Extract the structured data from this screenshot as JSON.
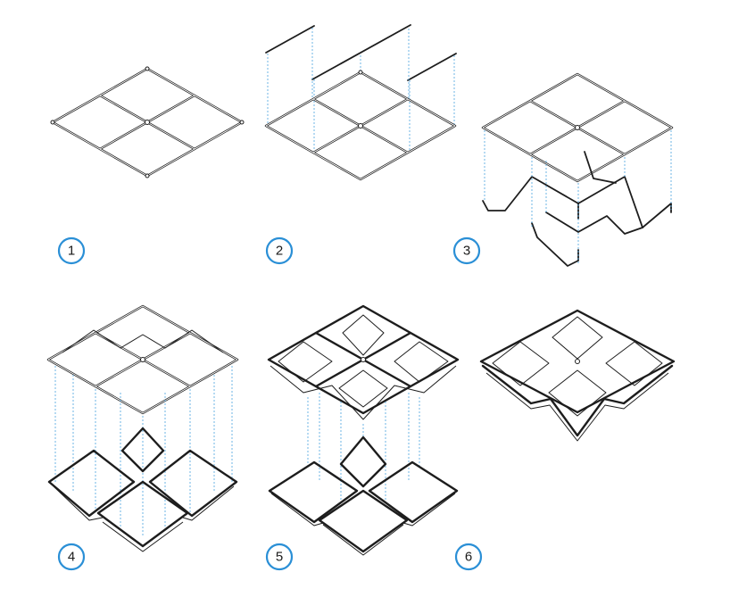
{
  "steps": [
    {
      "number": "1"
    },
    {
      "number": "2"
    },
    {
      "number": "3"
    },
    {
      "number": "4"
    },
    {
      "number": "5"
    },
    {
      "number": "6"
    }
  ],
  "colors": {
    "line": "#1d1d1d",
    "guide": "#4aa3df",
    "badge_ring": "#2a8fd6"
  }
}
